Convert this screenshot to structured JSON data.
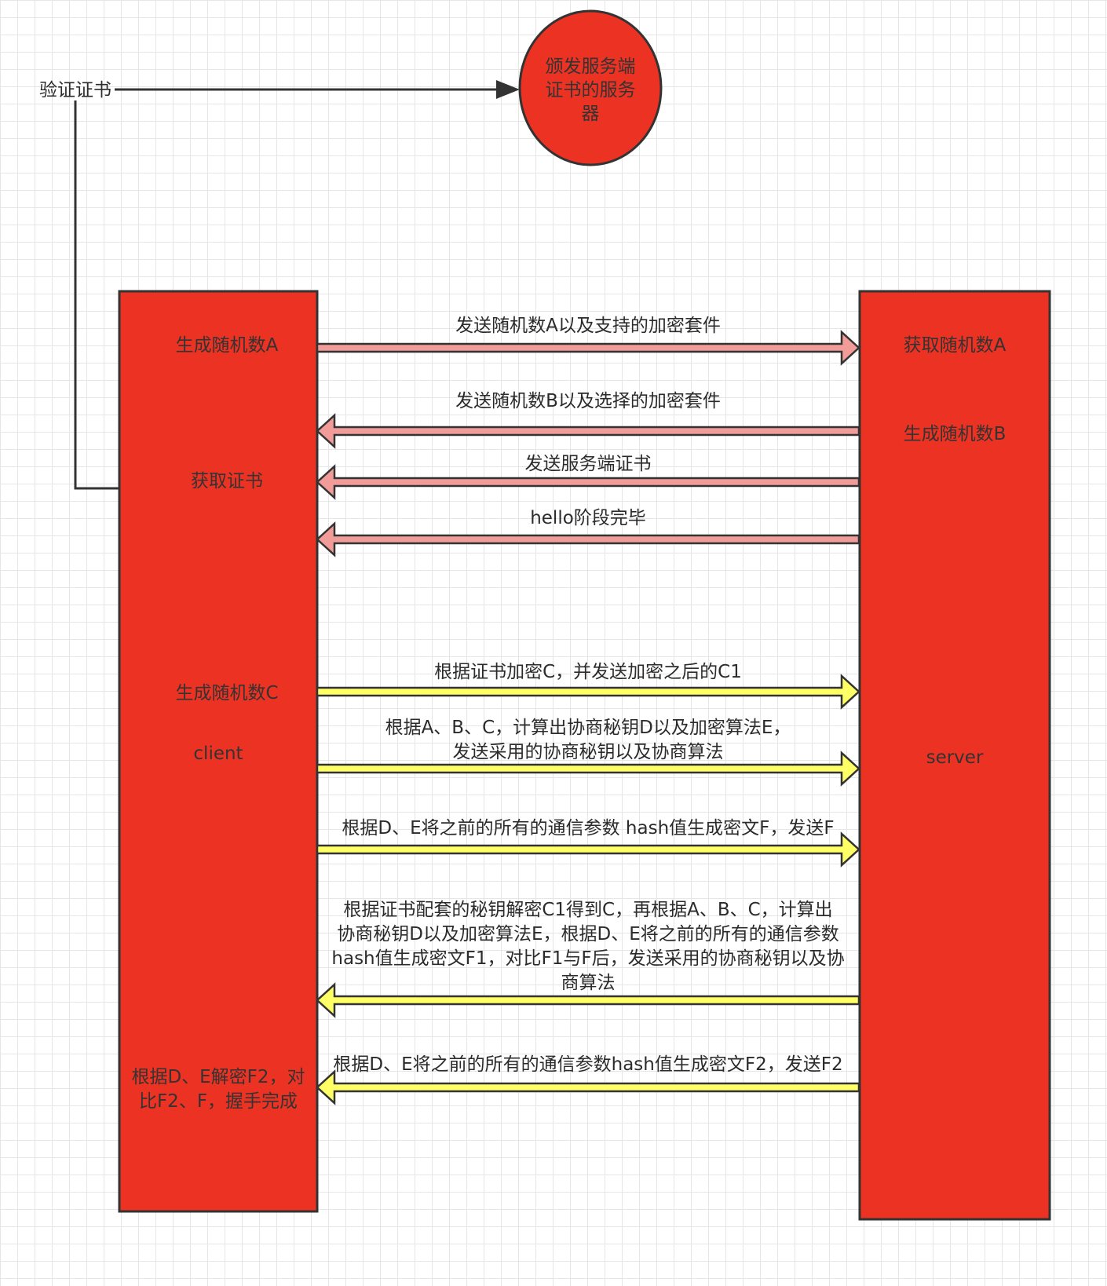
{
  "colors": {
    "box_fill": "#ec3323",
    "box_stroke": "#333333",
    "arrow_pink": "#f19c99",
    "arrow_yellow": "#ffff66",
    "line": "#333333"
  },
  "certificate_check": {
    "label": "验证证书",
    "server_lines": [
      "颁发服务端",
      "证书的服务",
      "器"
    ]
  },
  "client": {
    "name": "client",
    "step_a": "生成随机数A",
    "step_cert": "获取证书",
    "step_c": "生成随机数C",
    "final_lines": [
      "根据D、E解密F2，对",
      "比F2、F，握手完成"
    ]
  },
  "server": {
    "name": "server",
    "step_a": "获取随机数A",
    "step_b": "生成随机数B"
  },
  "messages": [
    {
      "lines": [
        "发送随机数A以及支持的加密套件"
      ],
      "direction": "to-server",
      "color": "pink"
    },
    {
      "lines": [
        "发送随机数B以及选择的加密套件"
      ],
      "direction": "to-client",
      "color": "pink"
    },
    {
      "lines": [
        "发送服务端证书"
      ],
      "direction": "to-client",
      "color": "pink"
    },
    {
      "lines": [
        "hello阶段完毕"
      ],
      "direction": "to-client",
      "color": "pink"
    },
    {
      "lines": [
        "根据证书加密C，并发送加密之后的C1"
      ],
      "direction": "to-server",
      "color": "yellow"
    },
    {
      "lines": [
        "根据A、B、C，计算出协商秘钥D以及加密算法E，",
        "发送采用的协商秘钥以及协商算法"
      ],
      "direction": "to-server",
      "color": "yellow"
    },
    {
      "lines": [
        "根据D、E将之前的所有的通信参数 hash值生成密文F，发送F"
      ],
      "direction": "to-server",
      "color": "yellow"
    },
    {
      "lines": [
        "根据证书配套的秘钥解密C1得到C，再根据A、B、C，计算出",
        "协商秘钥D以及加密算法E，根据D、E将之前的所有的通信参数",
        "hash值生成密文F1，对比F1与F后，发送采用的协商秘钥以及协",
        "商算法"
      ],
      "direction": "to-client",
      "color": "yellow"
    },
    {
      "lines": [
        "根据D、E将之前的所有的通信参数hash值生成密文F2，发送F2"
      ],
      "direction": "to-client",
      "color": "yellow"
    }
  ]
}
